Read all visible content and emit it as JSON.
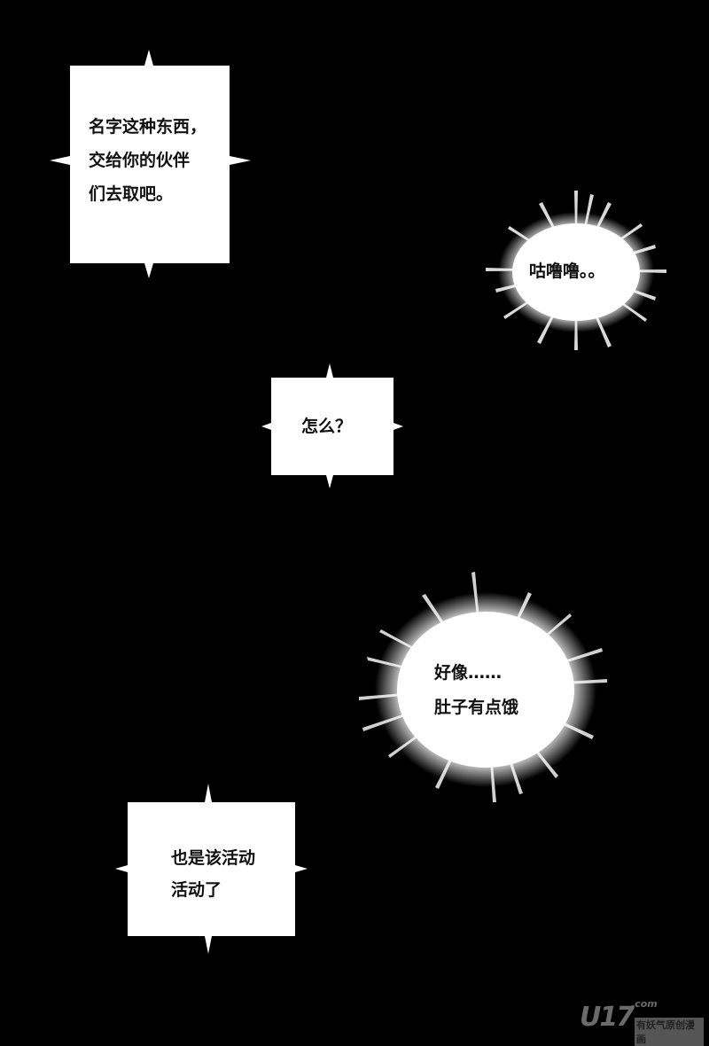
{
  "page": {
    "background": "#000000",
    "bubble_color": "#ffffff",
    "text_color": "#111111"
  },
  "panels": [
    {
      "type": "caption-box",
      "lines": [
        "名字这种东西，",
        "交给你的伙伴",
        "们去取吧。"
      ]
    },
    {
      "type": "burst-bubble",
      "lines": [
        "咕噜噜。。"
      ]
    },
    {
      "type": "caption-box",
      "lines": [
        "怎么？"
      ]
    },
    {
      "type": "burst-bubble",
      "lines": [
        "好像……",
        "肚子有点饿"
      ]
    },
    {
      "type": "caption-box",
      "lines": [
        "也是该活动",
        "活动了"
      ]
    }
  ],
  "watermark": {
    "logo": "U17",
    "domain": ".com",
    "tagline": "有妖气原创漫画"
  }
}
